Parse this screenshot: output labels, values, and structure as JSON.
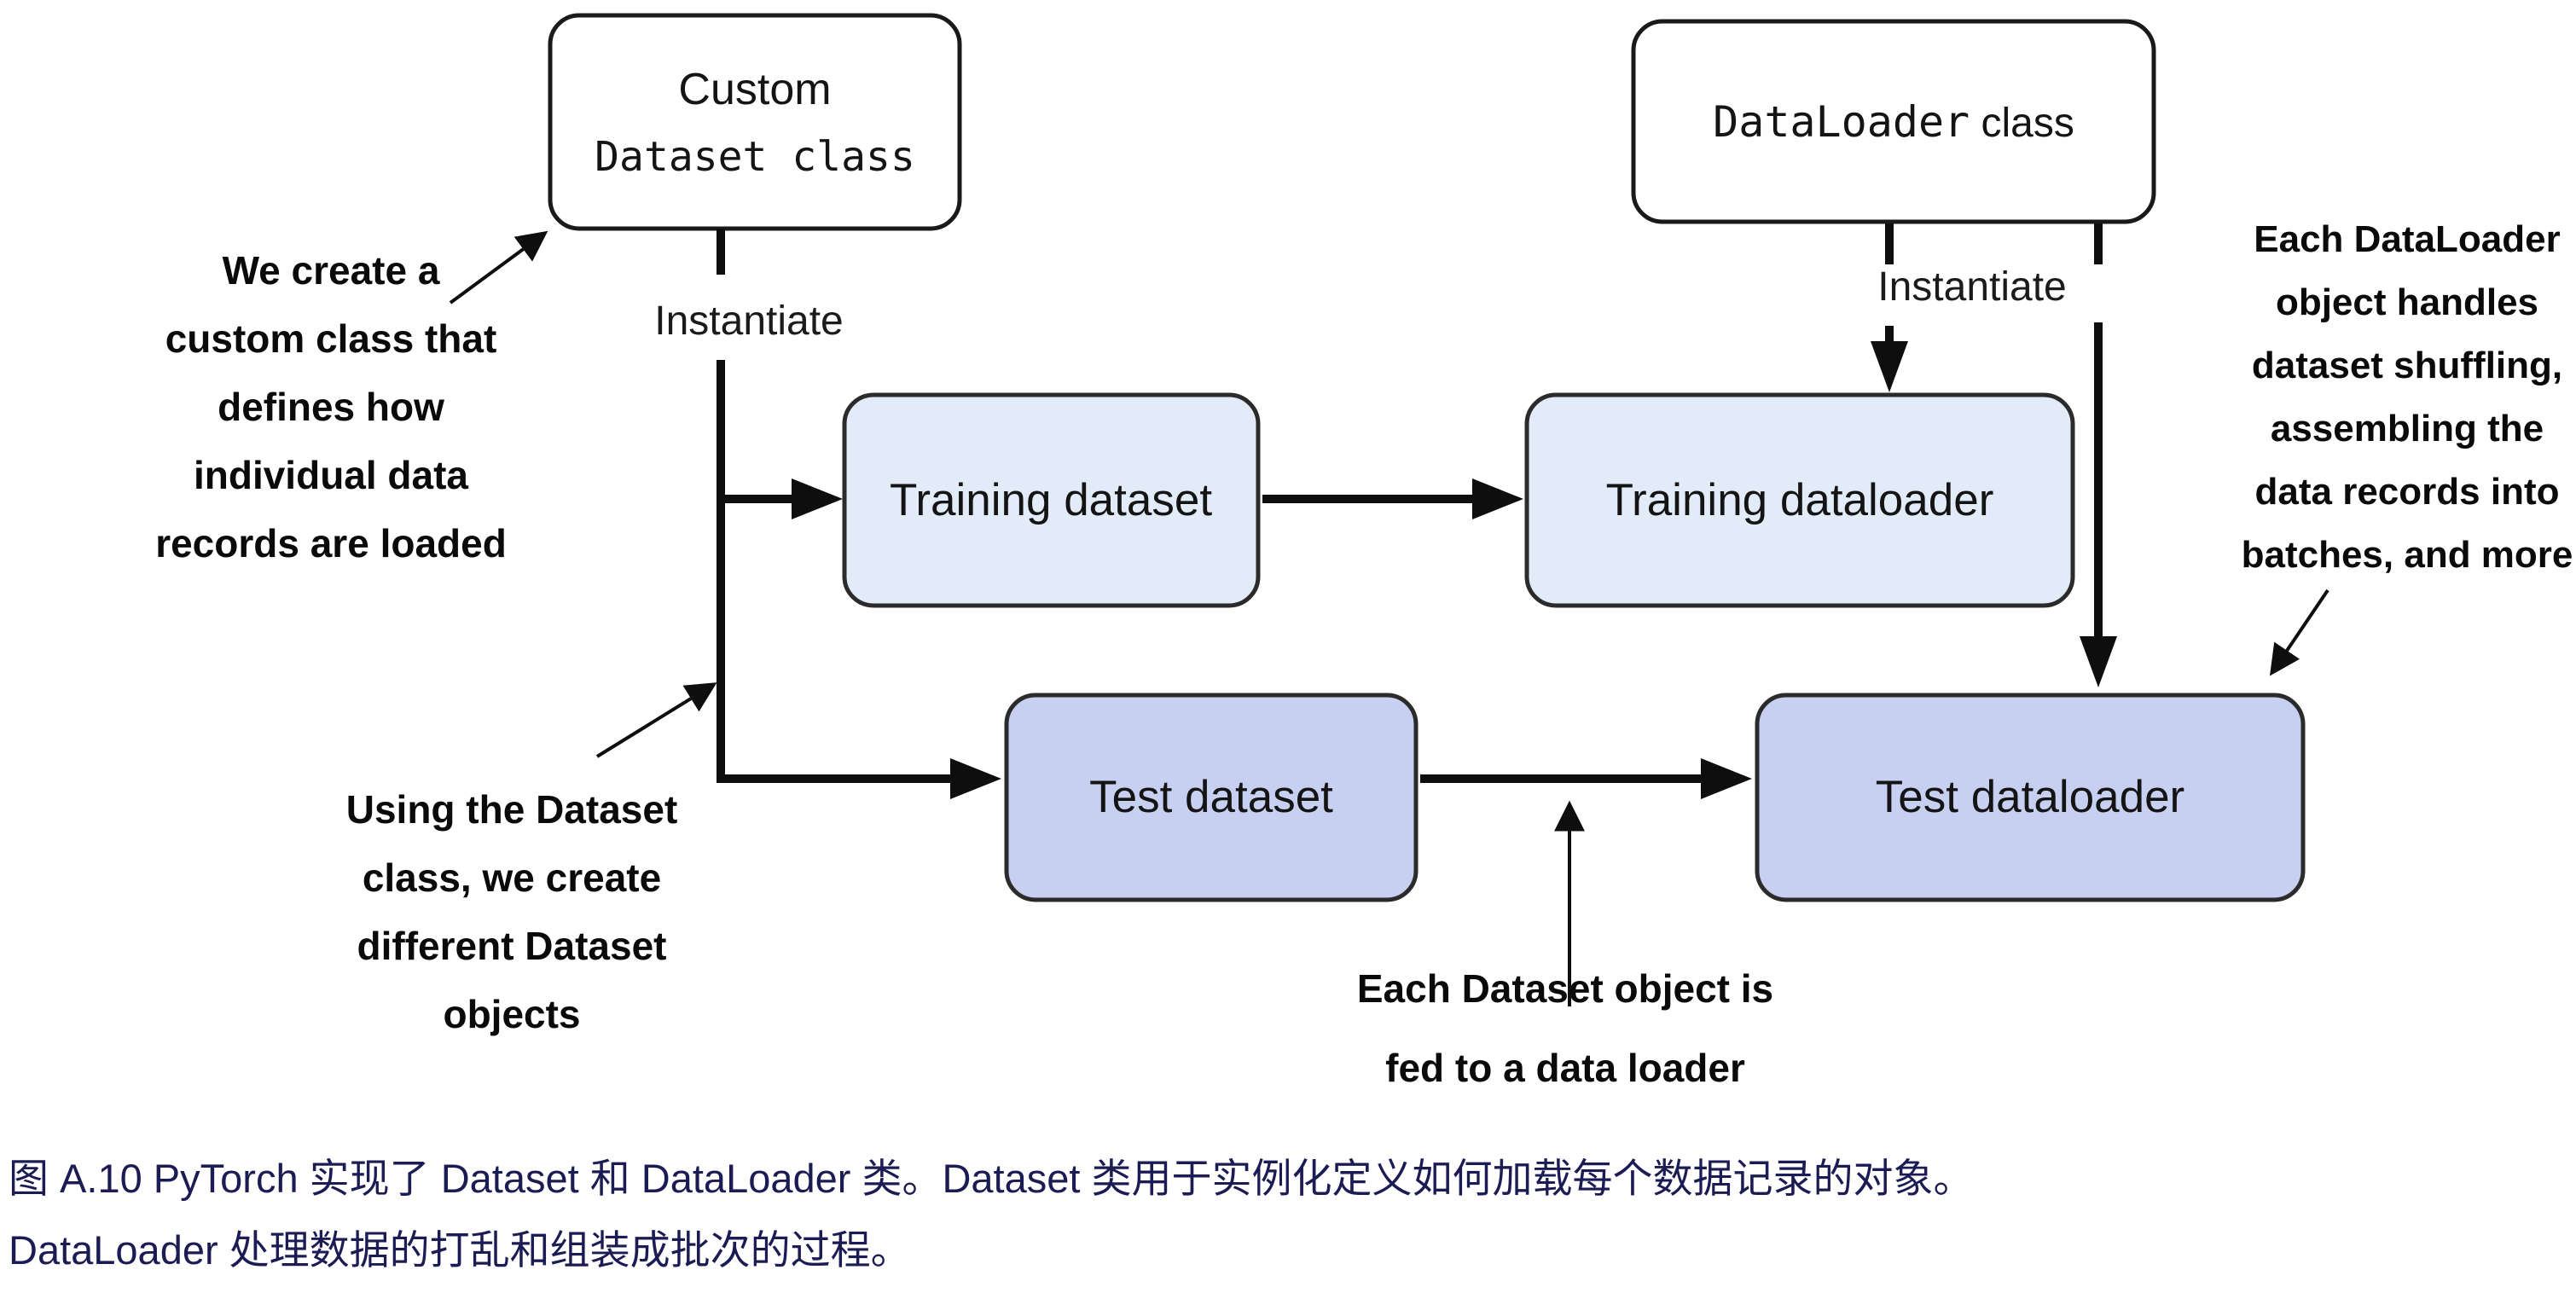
{
  "diagram": {
    "boxes": {
      "custom_dataset": {
        "line1": "Custom",
        "line2": "Dataset class"
      },
      "dataloader": {
        "name_mono": "DataLoader",
        "name_rest": " class"
      },
      "training_dataset": {
        "label": "Training dataset"
      },
      "training_dataloader": {
        "label": "Training dataloader"
      },
      "test_dataset": {
        "label": "Test dataset"
      },
      "test_dataloader": {
        "label": "Test dataloader"
      }
    },
    "edge_labels": {
      "instantiate_left": "Instantiate",
      "instantiate_right": "Instantiate"
    },
    "annotations": {
      "create_custom_class": {
        "lines": [
          "We create a",
          "custom class that",
          "defines how",
          "individual data",
          "records are loaded"
        ]
      },
      "using_dataset_class": {
        "lines": [
          "Using the Dataset",
          "class, we create",
          "different Dataset",
          "objects"
        ]
      },
      "dataset_fed_to_loader": {
        "lines": [
          "Each Dataset object is",
          "fed to a data loader"
        ]
      },
      "dataloader_handles": {
        "lines": [
          "Each DataLoader",
          "object handles",
          "dataset shuffling,",
          "assembling the",
          "data records into",
          "batches, and more"
        ]
      }
    },
    "colors": {
      "training_fill": "#e1ecf8",
      "test_fill": "#c7d0f1",
      "class_box_fill": "#ffffff",
      "stroke": "#1a1a1a",
      "connector": "#0e0e0e"
    }
  },
  "caption": {
    "line1": "图 A.10 PyTorch 实现了 Dataset 和 DataLoader 类。Dataset 类用于实例化定义如何加载每个数据记录的对象。",
    "line2": "DataLoader 处理数据的打乱和组装成批次的过程。",
    "color": "#1c1c54"
  }
}
